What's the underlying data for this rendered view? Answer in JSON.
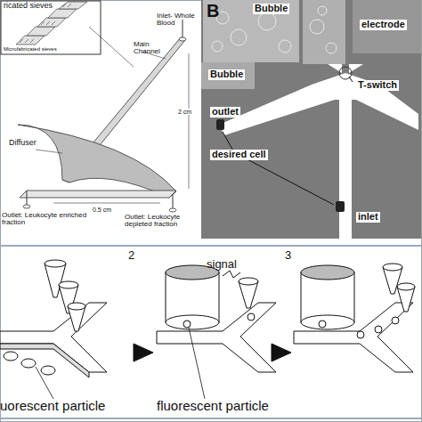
{
  "diagram": {
    "labels": [
      "ricated sieves",
      "Inlet- Whole Blood",
      "Main Channel",
      "Microfabricated sieves",
      "Diffuser",
      "2 cm",
      "0.5 cm",
      "Outlet: Leukocyte enriched fraction",
      "Outlet: Leukocyte depleted fraction",
      "B",
      "Bubble",
      "electrode",
      "Bubble",
      "T-switch",
      "outlet",
      "desired cell",
      "inlet",
      "2",
      "signal",
      "3",
      "uorescent particle",
      "fluorescent particle"
    ]
  }
}
